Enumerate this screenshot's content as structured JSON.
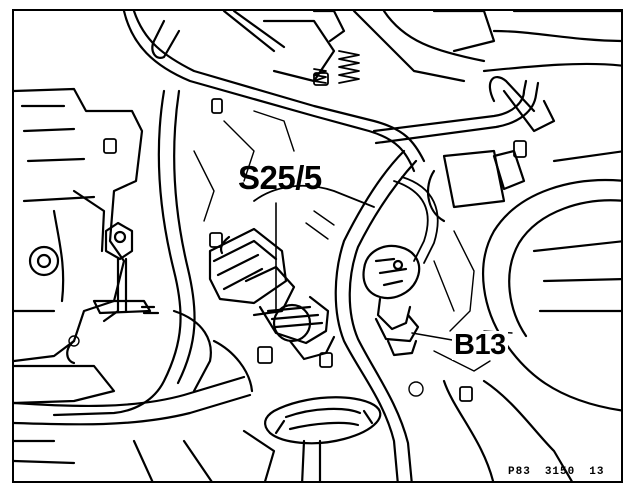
{
  "labels": {
    "sensor_a": "S25/5",
    "sensor_b": "B13"
  },
  "figure_ref": {
    "prefix": "P83",
    "number": "3150",
    "suffix": "13"
  },
  "colors": {
    "ink": "#000000",
    "paper": "#ffffff"
  }
}
